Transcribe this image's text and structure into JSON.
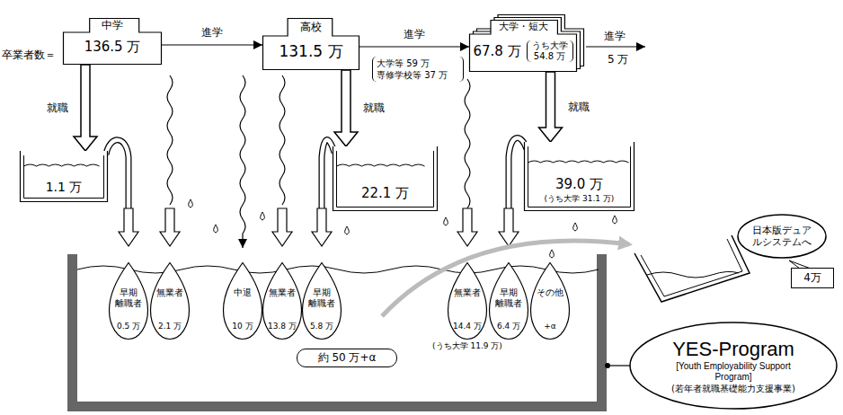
{
  "diagram": {
    "nodes": [
      {
        "text": [
          "中学",
          "136.5 万"
        ]
      },
      {
        "text": [
          "高校",
          "131.5 万"
        ]
      },
      {
        "text": [
          "大学・短大",
          "67.8 万",
          "うち大学 54.8 万"
        ]
      },
      {
        "text": [
          "1.1 万"
        ]
      },
      {
        "text": [
          "22.1 万"
        ]
      },
      {
        "text": [
          "39.0 万",
          "(うち大学 31.1 万)"
        ]
      },
      {
        "text": [
          "日本版デュアルシステムへ"
        ]
      },
      {
        "text": [
          "4万"
        ]
      },
      {
        "text": [
          "早期 離職者",
          "0.5 万"
        ]
      },
      {
        "text": [
          "無業者",
          "2.1 万"
        ]
      },
      {
        "text": [
          "中退",
          "10 万"
        ]
      },
      {
        "text": [
          "無業者",
          "13.8 万"
        ]
      },
      {
        "text": [
          "早期 離職者",
          "5.8 万"
        ]
      },
      {
        "text": [
          "無業者",
          "14.4 万",
          "(うち大学 11.9 万)"
        ]
      },
      {
        "text": [
          "早期 離職者",
          "6.4 万"
        ]
      },
      {
        "text": [
          "その他",
          "+α"
        ]
      },
      {
        "text": [
          "約 50 万+α"
        ]
      },
      {
        "text": [
          "YES-Program",
          "[Youth Employability Support Program]",
          "(若年者就職基礎能力支援事業)"
        ]
      }
    ],
    "edges": [
      {
        "from": 0,
        "to": 1,
        "arrow": "to",
        "label": "進学"
      },
      {
        "from": 1,
        "to": 2,
        "arrow": "to",
        "label": "進学"
      },
      {
        "from": 0,
        "to": 3,
        "arrow": "to",
        "label": "就職"
      },
      {
        "from": 1,
        "to": 4,
        "arrow": "to",
        "label": "就職"
      },
      {
        "from": 2,
        "to": 5,
        "arrow": "to",
        "label": "就職"
      }
    ],
    "labels": [
      "卒業者数＝",
      "進学",
      "5 万",
      "大学等 59 万 専修学校等 37 万"
    ]
  }
}
